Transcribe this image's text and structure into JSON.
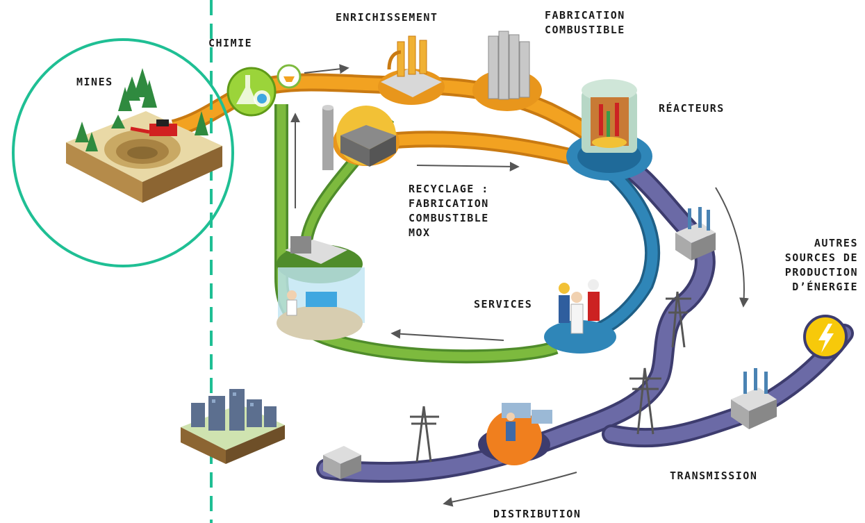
{
  "labels": {
    "mines": "MINES",
    "chimie": "CHIMIE",
    "enrichissement": "ENRICHISSEMENT",
    "fabrication_l1": "FABRICATION",
    "fabrication_l2": "COMBUSTIBLE",
    "reacteurs": "RÉACTEURS",
    "recyclage_l1": "RECYCLAGE :",
    "recyclage_l2": "FABRICATION",
    "recyclage_l3": "COMBUSTIBLE",
    "recyclage_l4": "MOX",
    "services": "SERVICES",
    "autres_l1": "AUTRES",
    "autres_l2": "SOURCES DE",
    "autres_l3": "PRODUCTION",
    "autres_l4": "D’ÉNERGIE",
    "transmission": "TRANSMISSION",
    "distribution": "DISTRIBUTION"
  },
  "colors": {
    "mines_highlight": "#1fbf94",
    "divider": "#1fbf94",
    "orange_path": "#f2a221",
    "green_path": "#7dba3e",
    "blue_path": "#2f86b8",
    "purple_path": "#6b6aa6",
    "energy_icon": "#f7c90a"
  },
  "icons": [
    "mine-icon",
    "chemistry-flask-icon",
    "enrichment-plant-icon",
    "fuel-fabrication-icon",
    "reactor-icon",
    "recycling-plant-icon",
    "services-people-icon",
    "pylon-icon",
    "substation-icon",
    "lightning-icon",
    "control-room-icon",
    "city-icon"
  ]
}
